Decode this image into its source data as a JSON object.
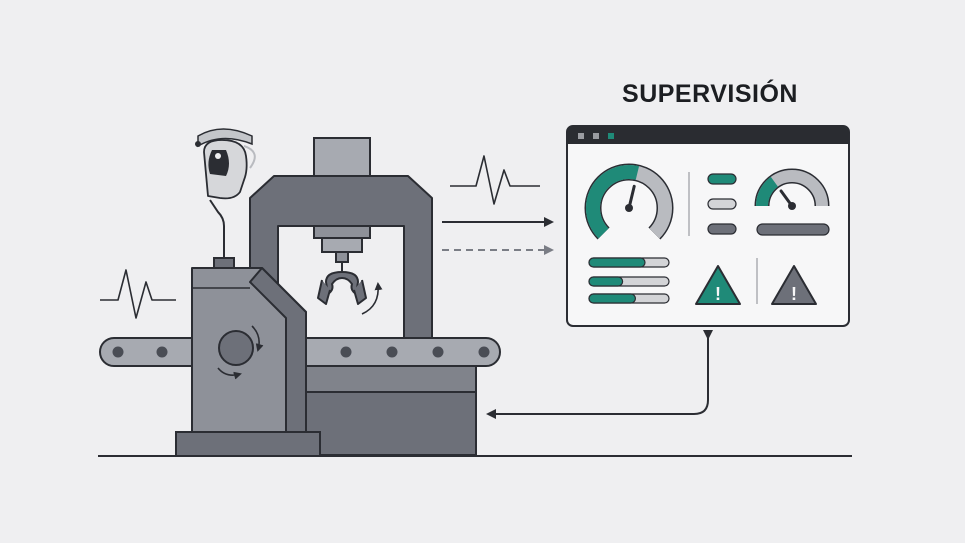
{
  "title": "SUPERVISIÓN",
  "colors": {
    "background": "#efeff1",
    "outline": "#2b2d33",
    "machine_dark": "#6d7079",
    "machine_mid": "#8e9199",
    "machine_light": "#a7aab1",
    "accent_teal": "#1f8a78",
    "gauge_grey": "#b9bbc0",
    "panel_white": "#f7f7f8",
    "titlebar": "#2a2c31"
  },
  "icons": {
    "operator": "person-with-visor-icon",
    "press": "hydraulic-press-icon",
    "gripper": "robotic-gripper-icon",
    "conveyor": "conveyor-belt-icon",
    "gauge": "speedometer-gauge-icon",
    "warning": "warning-triangle-icon",
    "pulse": "signal-pulse-icon"
  },
  "dashboard": {
    "warning_glyph": "!",
    "gauges": [
      {
        "name": "gauge-1",
        "level": 0.55
      },
      {
        "name": "gauge-2",
        "level": 0.3
      }
    ],
    "progress_bars": [
      {
        "name": "progress-1",
        "level": 0.7
      },
      {
        "name": "progress-2",
        "level": 0.42
      },
      {
        "name": "progress-3",
        "level": 0.58
      }
    ]
  }
}
